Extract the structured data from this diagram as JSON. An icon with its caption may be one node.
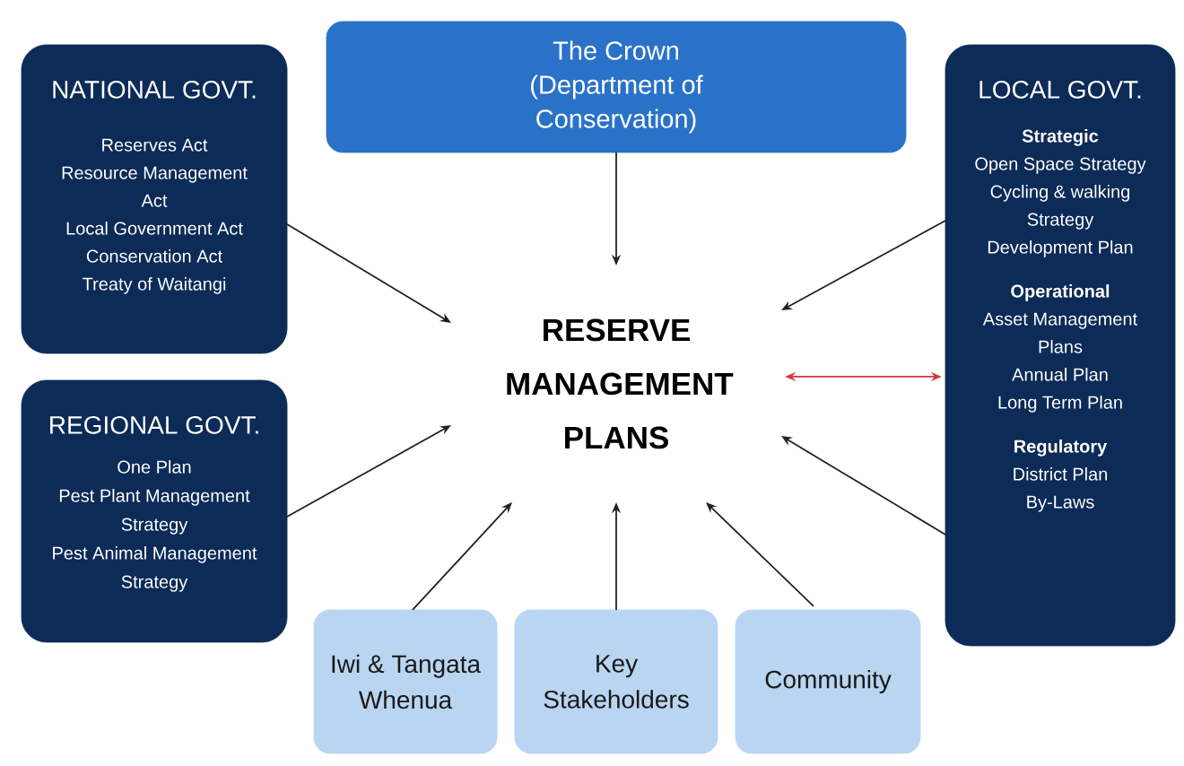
{
  "diagram": {
    "nodes": [
      {
        "text": [
          "The Crown (Department of Conservation)"
        ]
      },
      {
        "text": [
          "NATIONAL GOVT.",
          "Reserves Act",
          "Resource Management Act",
          "Local Government Act",
          "Conservation Act",
          "Treaty of Waitangi"
        ]
      },
      {
        "text": [
          "LOCAL GOVT.",
          "Strategic",
          "Open Space Strategy",
          "Cycling & walking Strategy",
          "Development Plan",
          "Operational",
          "Asset Management Plans",
          "Annual Plan",
          "Long Term Plan",
          "Regulatory",
          "District Plan",
          "By-Laws"
        ]
      },
      {
        "text": [
          "RESERVE MANAGEMENT PLANS"
        ]
      },
      {
        "text": [
          "REGIONAL GOVT.",
          "One Plan",
          "Pest Plant Management Strategy",
          "Pest Animal Management Strategy"
        ]
      },
      {
        "text": [
          "Iwi & Tangata Whenua"
        ]
      },
      {
        "text": [
          "Key Stakeholders"
        ]
      },
      {
        "text": [
          "Community"
        ]
      }
    ],
    "edges": [
      {
        "from": 0,
        "to": 3,
        "arrow": "to"
      },
      {
        "from": 1,
        "to": 3,
        "arrow": "to"
      },
      {
        "from": 2,
        "to": 3,
        "arrow": "to"
      },
      {
        "from": 3,
        "to": 2,
        "arrow": "both",
        "color": "#d9363e"
      },
      {
        "from": 2,
        "to": 3,
        "arrow": "to"
      },
      {
        "from": 4,
        "to": 3,
        "arrow": "to"
      },
      {
        "from": 5,
        "to": 3,
        "arrow": "to"
      },
      {
        "from": 6,
        "to": 3,
        "arrow": "to"
      },
      {
        "from": 7,
        "to": 3,
        "arrow": "to"
      }
    ]
  }
}
